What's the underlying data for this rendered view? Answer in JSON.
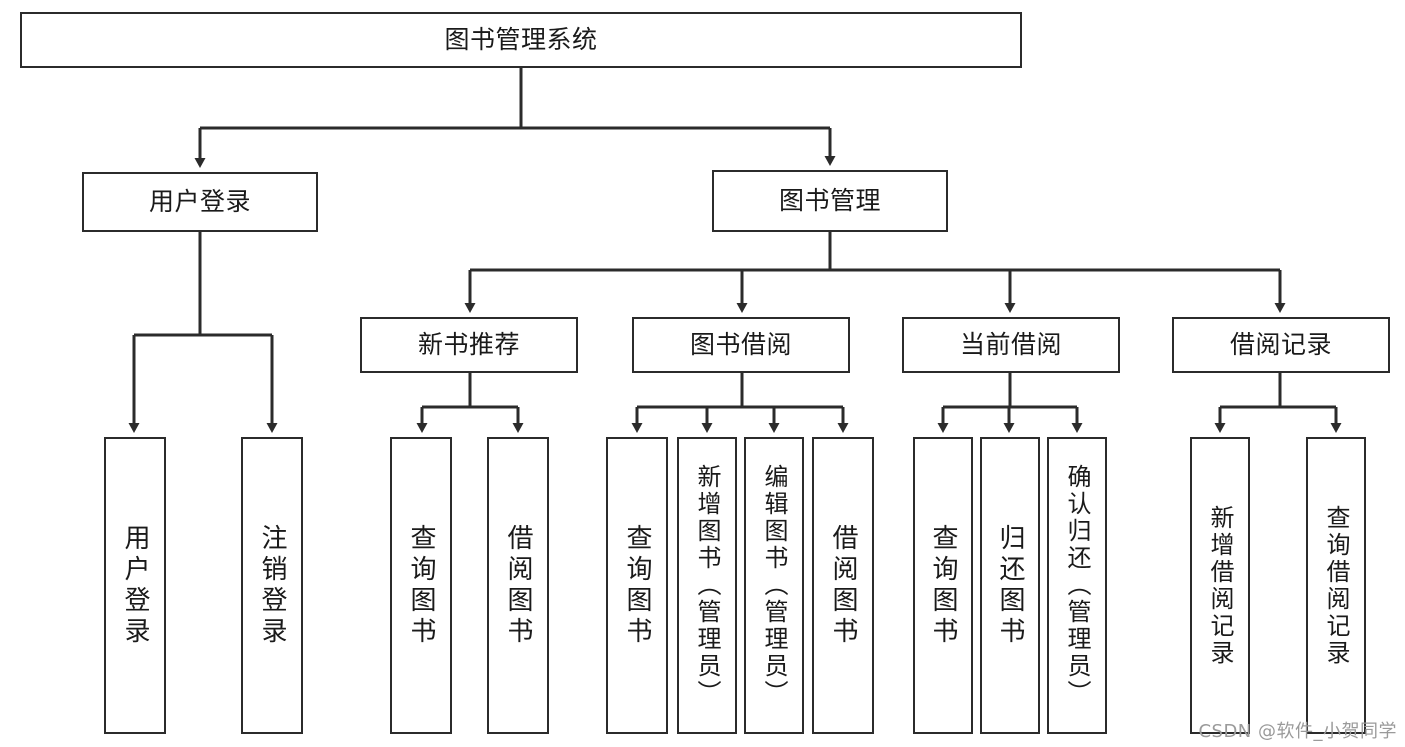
{
  "diagram": {
    "title": "图书管理系统",
    "type": "tree-hierarchy-diagram",
    "watermark": "CSDN @软件_小贺同学",
    "colors": {
      "stroke": "#2b2b2b",
      "fill": "#ffffff",
      "text": "#1a1a1a",
      "watermark": "#9a9a9a"
    },
    "nodes": {
      "root": {
        "label": "图书管理系统"
      },
      "level1": [
        {
          "key": "user-login",
          "label": "用户登录"
        },
        {
          "key": "book-manage",
          "label": "图书管理"
        }
      ],
      "level2": [
        {
          "key": "new-book-recommend",
          "label": "新书推荐"
        },
        {
          "key": "book-borrow",
          "label": "图书借阅"
        },
        {
          "key": "current-borrow",
          "label": "当前借阅"
        },
        {
          "key": "borrow-record",
          "label": "借阅记录"
        }
      ],
      "leaves": {
        "user-login": [
          {
            "key": "user-login-leaf",
            "label": "用户登录"
          },
          {
            "key": "logout-leaf",
            "label": "注销登录"
          }
        ],
        "new-book-recommend": [
          {
            "key": "query-book-1",
            "label": "查询图书"
          },
          {
            "key": "borrow-book-1",
            "label": "借阅图书"
          }
        ],
        "book-borrow": [
          {
            "key": "query-book-2",
            "label": "查询图书"
          },
          {
            "key": "add-book-admin",
            "label": "新增图书（管理员）"
          },
          {
            "key": "edit-book-admin",
            "label": "编辑图书（管理员）"
          },
          {
            "key": "borrow-book-2",
            "label": "借阅图书"
          }
        ],
        "current-borrow": [
          {
            "key": "query-book-3",
            "label": "查询图书"
          },
          {
            "key": "return-book",
            "label": "归还图书"
          },
          {
            "key": "confirm-return-admin",
            "label": "确认归还（管理员）"
          }
        ],
        "borrow-record": [
          {
            "key": "add-borrow-record",
            "label": "新增借阅记录"
          },
          {
            "key": "query-borrow-record",
            "label": "查询借阅记录"
          }
        ]
      }
    }
  }
}
